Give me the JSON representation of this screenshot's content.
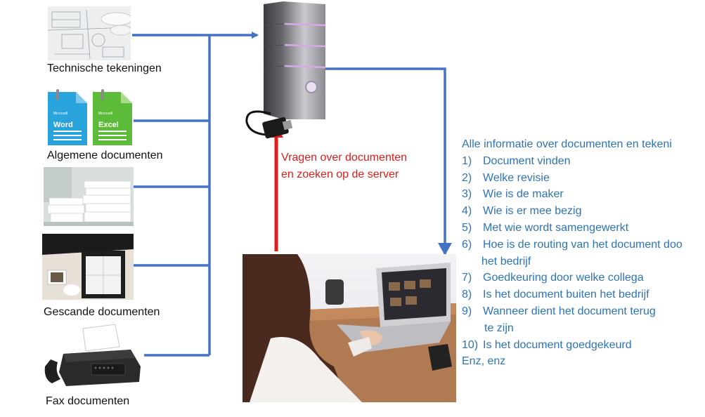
{
  "sources": [
    {
      "label": "Technische tekeningen",
      "icon": "technical-drawing-image"
    },
    {
      "label": "Algemene documenten",
      "icon": "word-excel-icons"
    },
    {
      "label": "",
      "icon": "paper-stack-image"
    },
    {
      "label": "Gescande documenten",
      "icon": "scanner-image"
    },
    {
      "label": "Fax documenten",
      "icon": "fax-machine-image"
    }
  ],
  "server": {
    "icon": "server-tower-image"
  },
  "query_label": {
    "line1": "Vragen over documenten",
    "line2": "en zoeken op de server"
  },
  "user": {
    "icon": "woman-at-laptop-image"
  },
  "icons_text": {
    "word_brand": "Microsoft",
    "word_name": "Word",
    "excel_brand": "Microsoft",
    "excel_name": "Excel"
  },
  "info": {
    "heading": "Alle informatie over documenten en tekeni",
    "items": [
      {
        "num": "1)",
        "text": "Document vinden"
      },
      {
        "num": "2)",
        "text": "Welke revisie"
      },
      {
        "num": "3)",
        "text": "Wie is de maker"
      },
      {
        "num": "4)",
        "text": "Wie is er mee bezig"
      },
      {
        "num": "5)",
        "text": "Met wie wordt samengewerkt"
      },
      {
        "num": "6)",
        "text": "Hoe is de routing van het document doo",
        "cont": "het bedrijf"
      },
      {
        "num": "7)",
        "text": "Goedkeuring door welke collega"
      },
      {
        "num": "8)",
        "text": "Is het document buiten het bedrijf"
      },
      {
        "num": "9)",
        "text": "Wanneer dient het document terug",
        "cont": "te zijn"
      },
      {
        "num": "10)",
        "text": "Is het document goedgekeurd"
      }
    ],
    "footer": "Enz, enz"
  },
  "colors": {
    "connector": "#4472c4",
    "query_arrow": "#e31b1b",
    "info_text": "#2e74b5"
  }
}
